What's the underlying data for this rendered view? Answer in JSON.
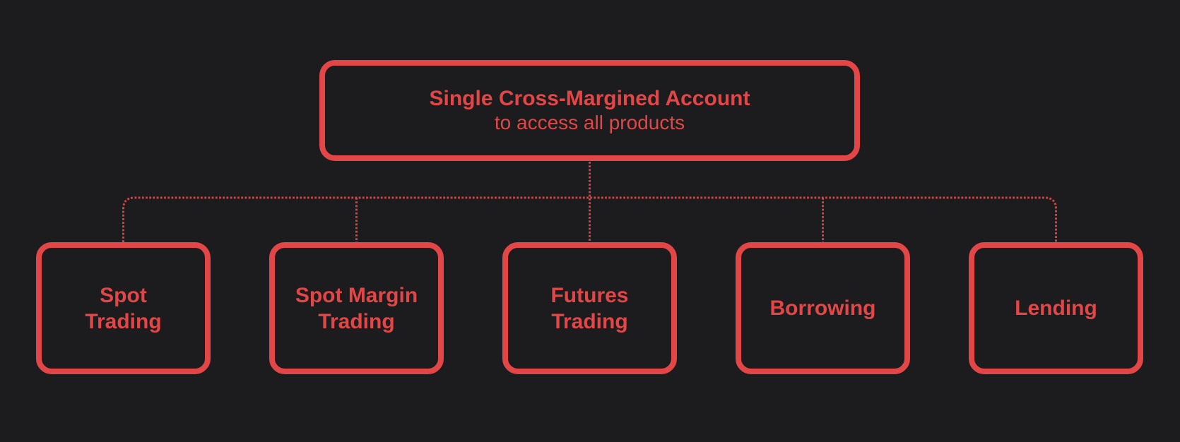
{
  "colors": {
    "background": "#1c1c1e",
    "accent": "#e24646"
  },
  "diagram": {
    "root": {
      "title": "Single Cross-Margined Account",
      "subtitle": "to access all products"
    },
    "children": [
      {
        "label": "Spot\nTrading"
      },
      {
        "label": "Spot Margin\nTrading"
      },
      {
        "label": "Futures\nTrading"
      },
      {
        "label": "Borrowing"
      },
      {
        "label": "Lending"
      }
    ]
  }
}
